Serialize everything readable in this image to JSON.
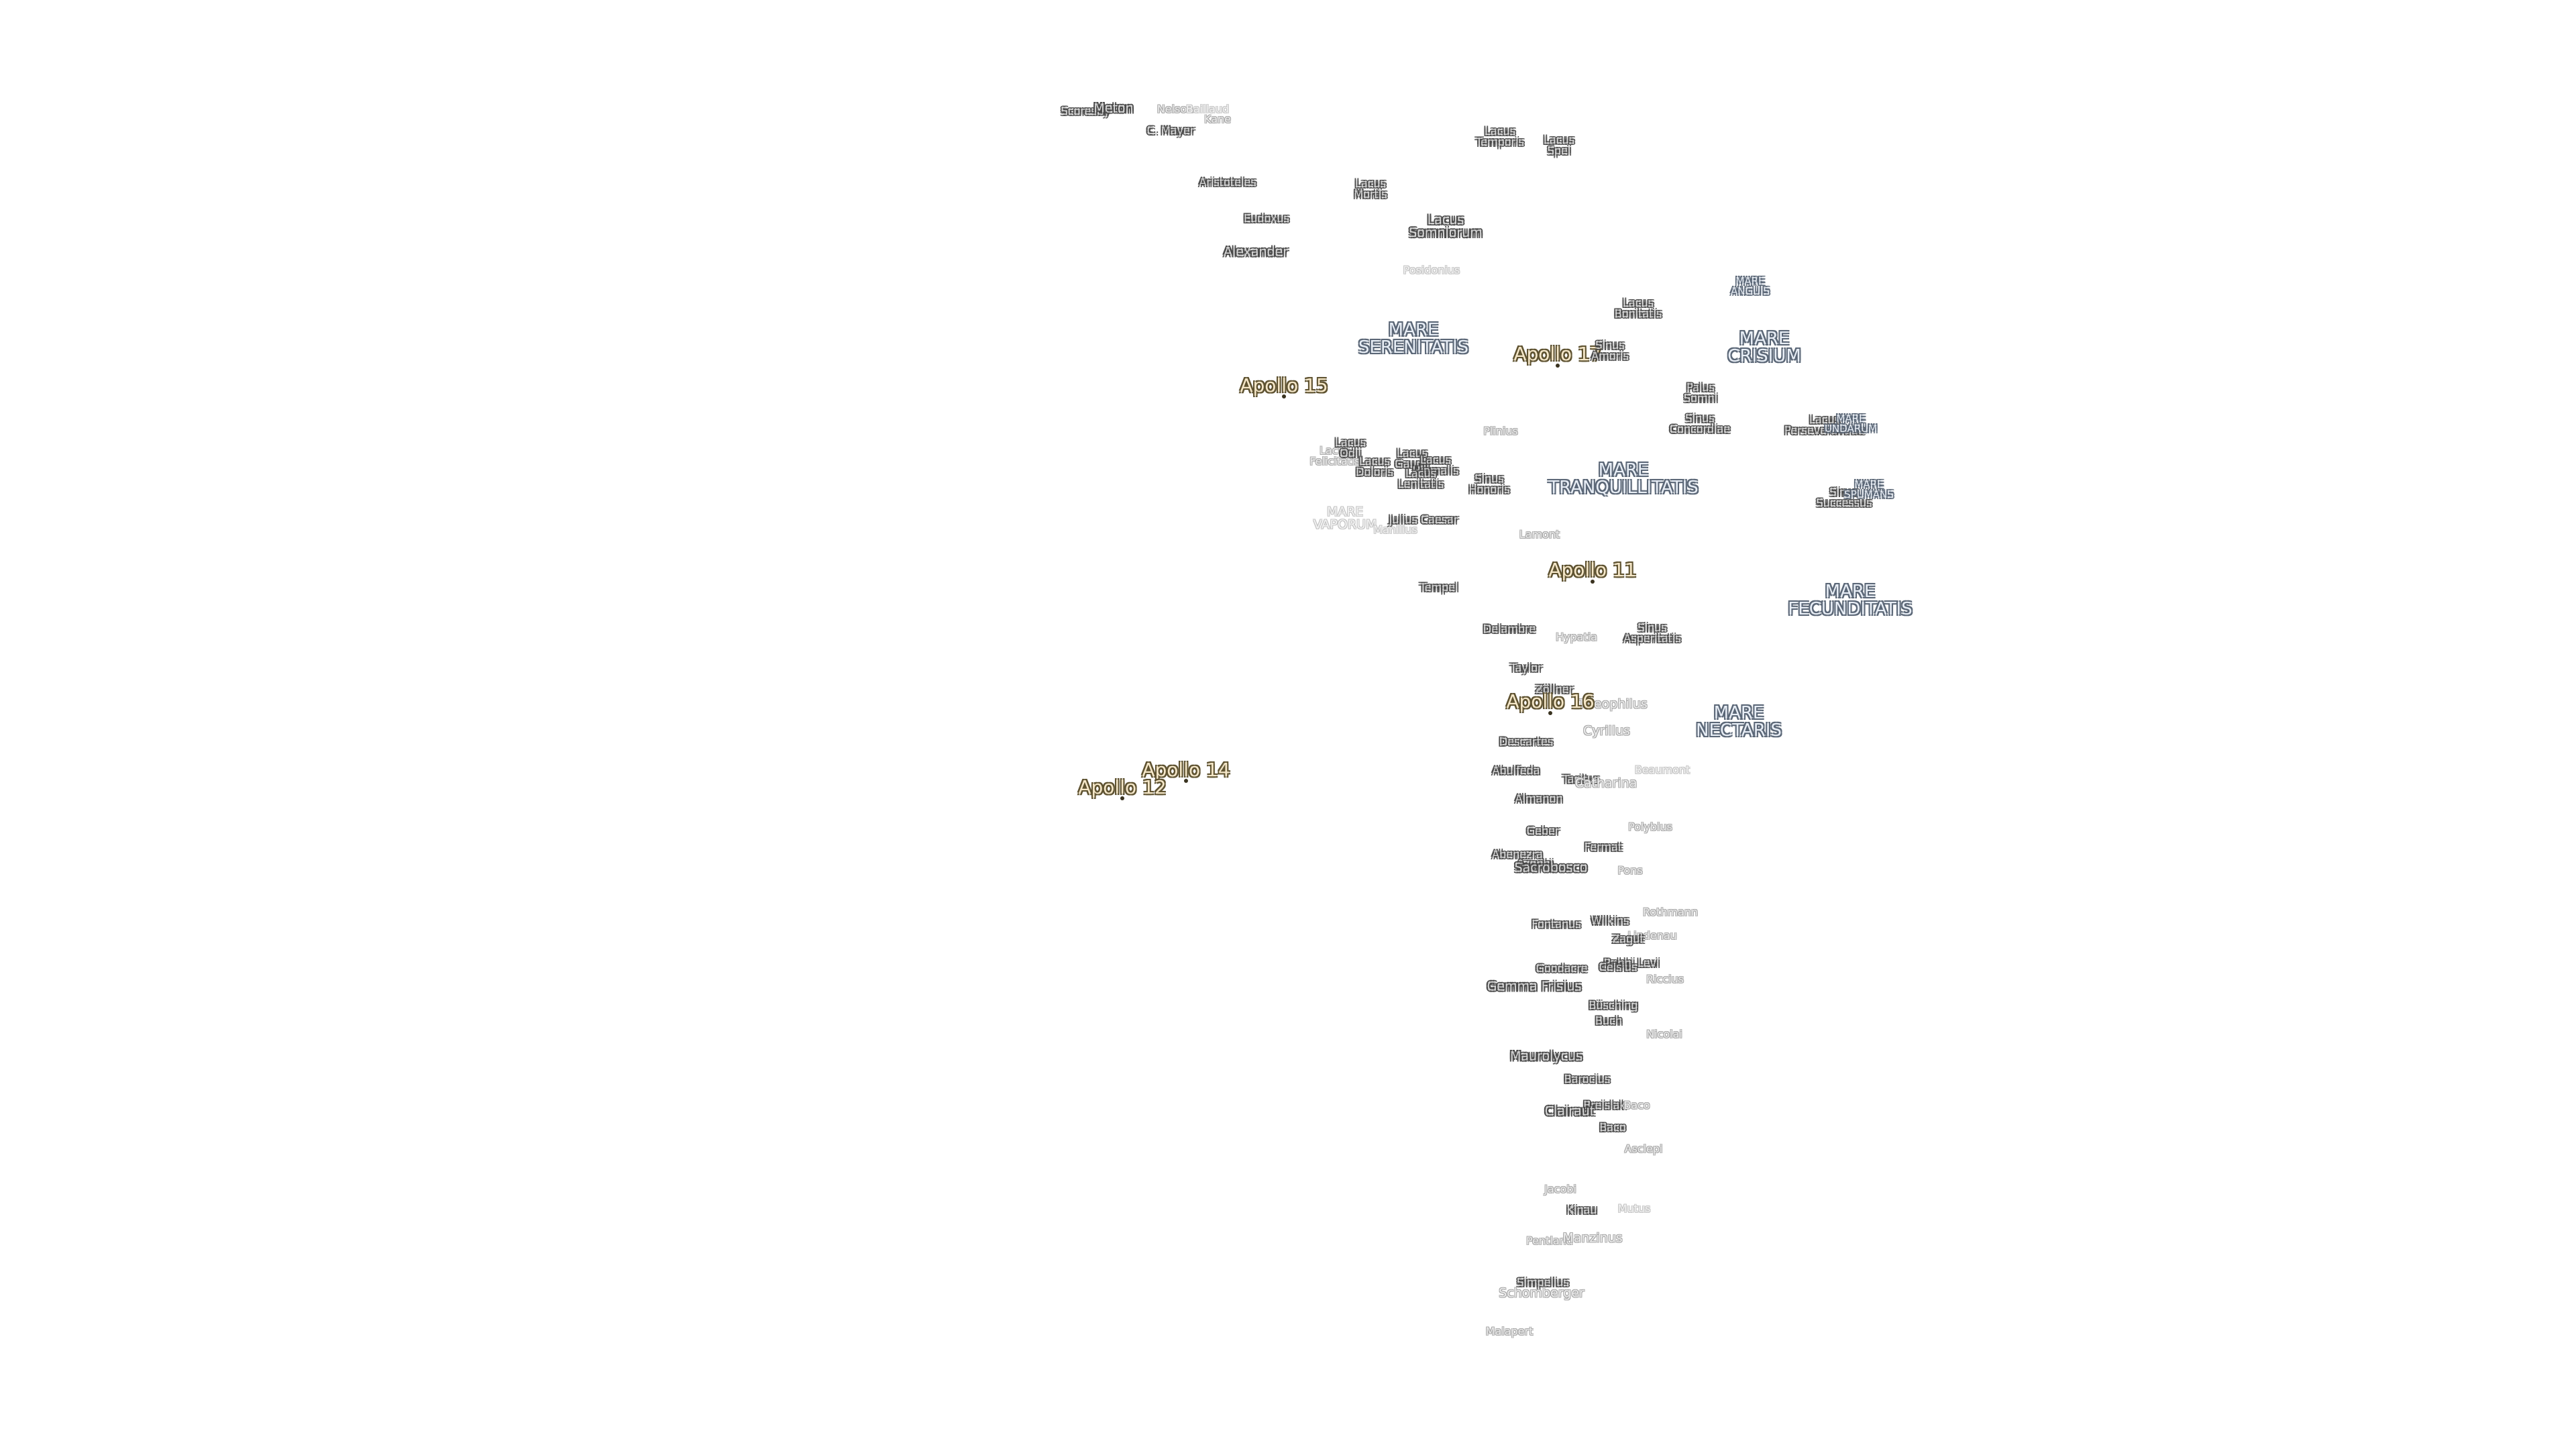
{
  "labels": [
    {
      "id": "scoresby",
      "text": "Scoresby",
      "kind": "crater",
      "size": "sm"
    },
    {
      "id": "meton",
      "text": "Meton",
      "kind": "crater",
      "size": "md"
    },
    {
      "id": "nelson",
      "text": "Nelson",
      "kind": "crater",
      "size": "sm",
      "faint": true
    },
    {
      "id": "baillaud",
      "text": "Baillaud",
      "kind": "crater",
      "size": "sm",
      "faint": true
    },
    {
      "id": "kane",
      "text": "Kane",
      "kind": "crater",
      "size": "sm",
      "faint": true
    },
    {
      "id": "cmayer",
      "text": "C. Mayer",
      "kind": "crater",
      "size": "sm"
    },
    {
      "id": "lacus-temporis",
      "text": "Lacus\nTemporis",
      "kind": "lacus",
      "size": "sm"
    },
    {
      "id": "lacus-spei",
      "text": "Lacus\nSpei",
      "kind": "lacus",
      "size": "sm"
    },
    {
      "id": "aristoteles",
      "text": "Aristoteles",
      "kind": "crater",
      "size": "sm"
    },
    {
      "id": "lacus-mortis",
      "text": "Lacus\nMortis",
      "kind": "lacus",
      "size": "sm"
    },
    {
      "id": "eudoxus",
      "text": "Eudoxus",
      "kind": "crater",
      "size": "sm"
    },
    {
      "id": "lacus-somniorum",
      "text": "Lacus\nSomniorum",
      "kind": "lacus",
      "size": "md"
    },
    {
      "id": "alexander",
      "text": "Alexander",
      "kind": "crater",
      "size": "md"
    },
    {
      "id": "posidonius",
      "text": "Posidonius",
      "kind": "crater",
      "size": "sm",
      "faint": true
    },
    {
      "id": "mare-anguis",
      "text": "MARE\nANGUIS",
      "kind": "mare",
      "size": "sm"
    },
    {
      "id": "lacus-bonitatis",
      "text": "Lacus\nBonitatis",
      "kind": "lacus",
      "size": "sm"
    },
    {
      "id": "mare-serenitatis",
      "text": "MARE\nSERENITATIS",
      "kind": "mare",
      "size": "lg"
    },
    {
      "id": "apollo-17",
      "text": "Apollo 17",
      "kind": "apollo"
    },
    {
      "id": "sinus-amoris",
      "text": "Sinus\nAmoris",
      "kind": "sinus",
      "size": "sm"
    },
    {
      "id": "mare-crisium",
      "text": "MARE\nCRISIUM",
      "kind": "mare",
      "size": "lg"
    },
    {
      "id": "apollo-15",
      "text": "Apollo 15",
      "kind": "apollo"
    },
    {
      "id": "palus-somni",
      "text": "Palus\nSomni",
      "kind": "lacus",
      "size": "sm"
    },
    {
      "id": "sinus-concordiae",
      "text": "Sinus\nConcordiae",
      "kind": "sinus",
      "size": "sm"
    },
    {
      "id": "lacus-perseverantiae",
      "text": "Lacus\nPerseverantiae",
      "kind": "lacus",
      "size": "sm"
    },
    {
      "id": "mare-undarum",
      "text": "MARE\nUNDARUM",
      "kind": "mare",
      "size": "sm"
    },
    {
      "id": "plinius",
      "text": "Plinius",
      "kind": "crater",
      "size": "sm",
      "faint": true
    },
    {
      "id": "lacus-felicitatis",
      "text": "Lacus\nFelicitatis",
      "kind": "lacus",
      "size": "sm",
      "faint": true
    },
    {
      "id": "lacus-odii",
      "text": "Lacus\nOdii",
      "kind": "lacus",
      "size": "sm"
    },
    {
      "id": "lacus-doloris",
      "text": "Lacus\nDoloris",
      "kind": "lacus",
      "size": "sm"
    },
    {
      "id": "lacus-gaudii",
      "text": "Lacus\nGaudii",
      "kind": "lacus",
      "size": "sm"
    },
    {
      "id": "lacus-hiemalis",
      "text": "Lacus\nHiemalis",
      "kind": "lacus",
      "size": "sm"
    },
    {
      "id": "lacus-lenitatis",
      "text": "Lacus\nLenitatis",
      "kind": "lacus",
      "size": "sm"
    },
    {
      "id": "sinus-honoris",
      "text": "Sinus\nHonoris",
      "kind": "sinus",
      "size": "sm"
    },
    {
      "id": "mare-tranquillitatis",
      "text": "MARE\nTRANQUILLITATIS",
      "kind": "mare",
      "size": "lg"
    },
    {
      "id": "sinus-successus",
      "text": "Sinus\nSuccessus",
      "kind": "sinus",
      "size": "sm"
    },
    {
      "id": "mare-spumans",
      "text": "MARE\nSPUMANS",
      "kind": "mare",
      "size": "sm"
    },
    {
      "id": "mare-vaporum",
      "text": "MARE\nVAPORUM",
      "kind": "mare",
      "size": "md",
      "faint": true
    },
    {
      "id": "julius-caesar",
      "text": "Julius Caesar",
      "kind": "crater",
      "size": "sm"
    },
    {
      "id": "manilius",
      "text": "Manilius",
      "kind": "crater",
      "size": "sm",
      "faint": true
    },
    {
      "id": "lamont",
      "text": "Lamont",
      "kind": "crater",
      "size": "sm",
      "faint2": true
    },
    {
      "id": "apollo-11",
      "text": "Apollo 11",
      "kind": "apollo"
    },
    {
      "id": "mare-fecunditatis",
      "text": "MARE\nFECUNDITATIS",
      "kind": "mare",
      "size": "lg"
    },
    {
      "id": "tempel",
      "text": "Tempel",
      "kind": "crater",
      "size": "sm"
    },
    {
      "id": "delambre",
      "text": "Delambre",
      "kind": "crater",
      "size": "sm"
    },
    {
      "id": "hypatia",
      "text": "Hypatia",
      "kind": "crater",
      "size": "sm",
      "faint2": true
    },
    {
      "id": "sinus-asperitatis",
      "text": "Sinus\nAsperitatis",
      "kind": "sinus",
      "size": "sm"
    },
    {
      "id": "taylor",
      "text": "Taylor",
      "kind": "crater",
      "size": "sm"
    },
    {
      "id": "zollner",
      "text": "Zöllner",
      "kind": "crater",
      "size": "sm"
    },
    {
      "id": "apollo-16",
      "text": "Apollo 16",
      "kind": "apollo"
    },
    {
      "id": "theophilus",
      "text": "Theophilus",
      "kind": "crater",
      "size": "md",
      "faint2": true
    },
    {
      "id": "mare-nectaris",
      "text": "MARE\nNECTARIS",
      "kind": "mare",
      "size": "md"
    },
    {
      "id": "cyrillus",
      "text": "Cyrillus",
      "kind": "crater",
      "size": "md",
      "faint2": true
    },
    {
      "id": "descartes",
      "text": "Descartes",
      "kind": "crater",
      "size": "sm"
    },
    {
      "id": "apollo-14",
      "text": "Apollo 14",
      "kind": "apollo"
    },
    {
      "id": "apollo-12",
      "text": "Apollo 12",
      "kind": "apollo"
    },
    {
      "id": "abulfeda",
      "text": "Abulfeda",
      "kind": "crater",
      "size": "sm"
    },
    {
      "id": "beaumont",
      "text": "Beaumont",
      "kind": "crater",
      "size": "sm",
      "faint": true
    },
    {
      "id": "tacitus",
      "text": "Tacitus",
      "kind": "crater",
      "size": "sm"
    },
    {
      "id": "catharina",
      "text": "Catharina",
      "kind": "crater",
      "size": "md",
      "faint2": true
    },
    {
      "id": "almanon",
      "text": "Almanon",
      "kind": "crater",
      "size": "sm"
    },
    {
      "id": "polybius",
      "text": "Polybius",
      "kind": "crater",
      "size": "sm",
      "faint2": true
    },
    {
      "id": "geber",
      "text": "Geber",
      "kind": "crater",
      "size": "sm"
    },
    {
      "id": "fermat",
      "text": "Fermat",
      "kind": "crater",
      "size": "sm"
    },
    {
      "id": "abenezra",
      "text": "Abenezra",
      "kind": "crater",
      "size": "sm"
    },
    {
      "id": "azophi",
      "text": "Azophi",
      "kind": "crater",
      "size": "sm"
    },
    {
      "id": "sacrobosco",
      "text": "Sacrobosco",
      "kind": "crater",
      "size": "md"
    },
    {
      "id": "pons",
      "text": "Pons",
      "kind": "crater",
      "size": "sm",
      "faint2": true
    },
    {
      "id": "rothmann",
      "text": "Rothmann",
      "kind": "crater",
      "size": "sm",
      "faint": true
    },
    {
      "id": "wilkins",
      "text": "Wilkins",
      "kind": "crater",
      "size": "sm"
    },
    {
      "id": "fontanus",
      "text": "Fontanus",
      "kind": "crater",
      "size": "sm"
    },
    {
      "id": "lindenau",
      "text": "Lindenau",
      "kind": "crater",
      "size": "sm",
      "faint2": true
    },
    {
      "id": "zagut",
      "text": "Zagut",
      "kind": "crater",
      "size": "sm"
    },
    {
      "id": "goodacre",
      "text": "Goodacre",
      "kind": "crater",
      "size": "sm"
    },
    {
      "id": "rabbi-levi",
      "text": "Rabbi Levi",
      "kind": "crater",
      "size": "sm"
    },
    {
      "id": "celsius",
      "text": "Celsius",
      "kind": "crater",
      "size": "sm"
    },
    {
      "id": "gemma-frisius",
      "text": "Gemma Frisius",
      "kind": "crater",
      "size": "md"
    },
    {
      "id": "riccius",
      "text": "Riccius",
      "kind": "crater",
      "size": "sm",
      "faint2": true
    },
    {
      "id": "busching",
      "text": "Büsching",
      "kind": "crater",
      "size": "sm"
    },
    {
      "id": "buch",
      "text": "Buch",
      "kind": "crater",
      "size": "sm"
    },
    {
      "id": "nicollet",
      "text": "Nicolai",
      "kind": "crater",
      "size": "sm",
      "faint2": true
    },
    {
      "id": "maurolycus",
      "text": "Maurolycus",
      "kind": "crater",
      "size": "md"
    },
    {
      "id": "barocius",
      "text": "Barocius",
      "kind": "crater",
      "size": "sm"
    },
    {
      "id": "breislak",
      "text": "Breislak",
      "kind": "crater",
      "size": "sm"
    },
    {
      "id": "baco2",
      "text": "Baco",
      "kind": "crater",
      "size": "sm",
      "faint2": true
    },
    {
      "id": "clairaut",
      "text": "Clairaut",
      "kind": "crater",
      "size": "md"
    },
    {
      "id": "baco",
      "text": "Baco",
      "kind": "crater",
      "size": "sm"
    },
    {
      "id": "asclepi",
      "text": "Asclepi",
      "kind": "crater",
      "size": "sm",
      "faint2": true
    },
    {
      "id": "jacobi",
      "text": "Jacobi",
      "kind": "crater",
      "size": "sm",
      "faint2": true
    },
    {
      "id": "kinau",
      "text": "Kinau",
      "kind": "crater",
      "size": "sm"
    },
    {
      "id": "mutus",
      "text": "Mutus",
      "kind": "crater",
      "size": "sm",
      "faint": true
    },
    {
      "id": "pentland",
      "text": "Pentland",
      "kind": "crater",
      "size": "sm",
      "faint2": true
    },
    {
      "id": "manzinus",
      "text": "Manzinus",
      "kind": "crater",
      "size": "md",
      "faint2": true
    },
    {
      "id": "simpelius",
      "text": "Simpelius",
      "kind": "crater",
      "size": "sm"
    },
    {
      "id": "schomberger",
      "text": "Schomberger",
      "kind": "crater",
      "size": "md",
      "faint2": true
    },
    {
      "id": "malapert",
      "text": "Malapert",
      "kind": "crater",
      "size": "sm",
      "faint2": true
    }
  ]
}
